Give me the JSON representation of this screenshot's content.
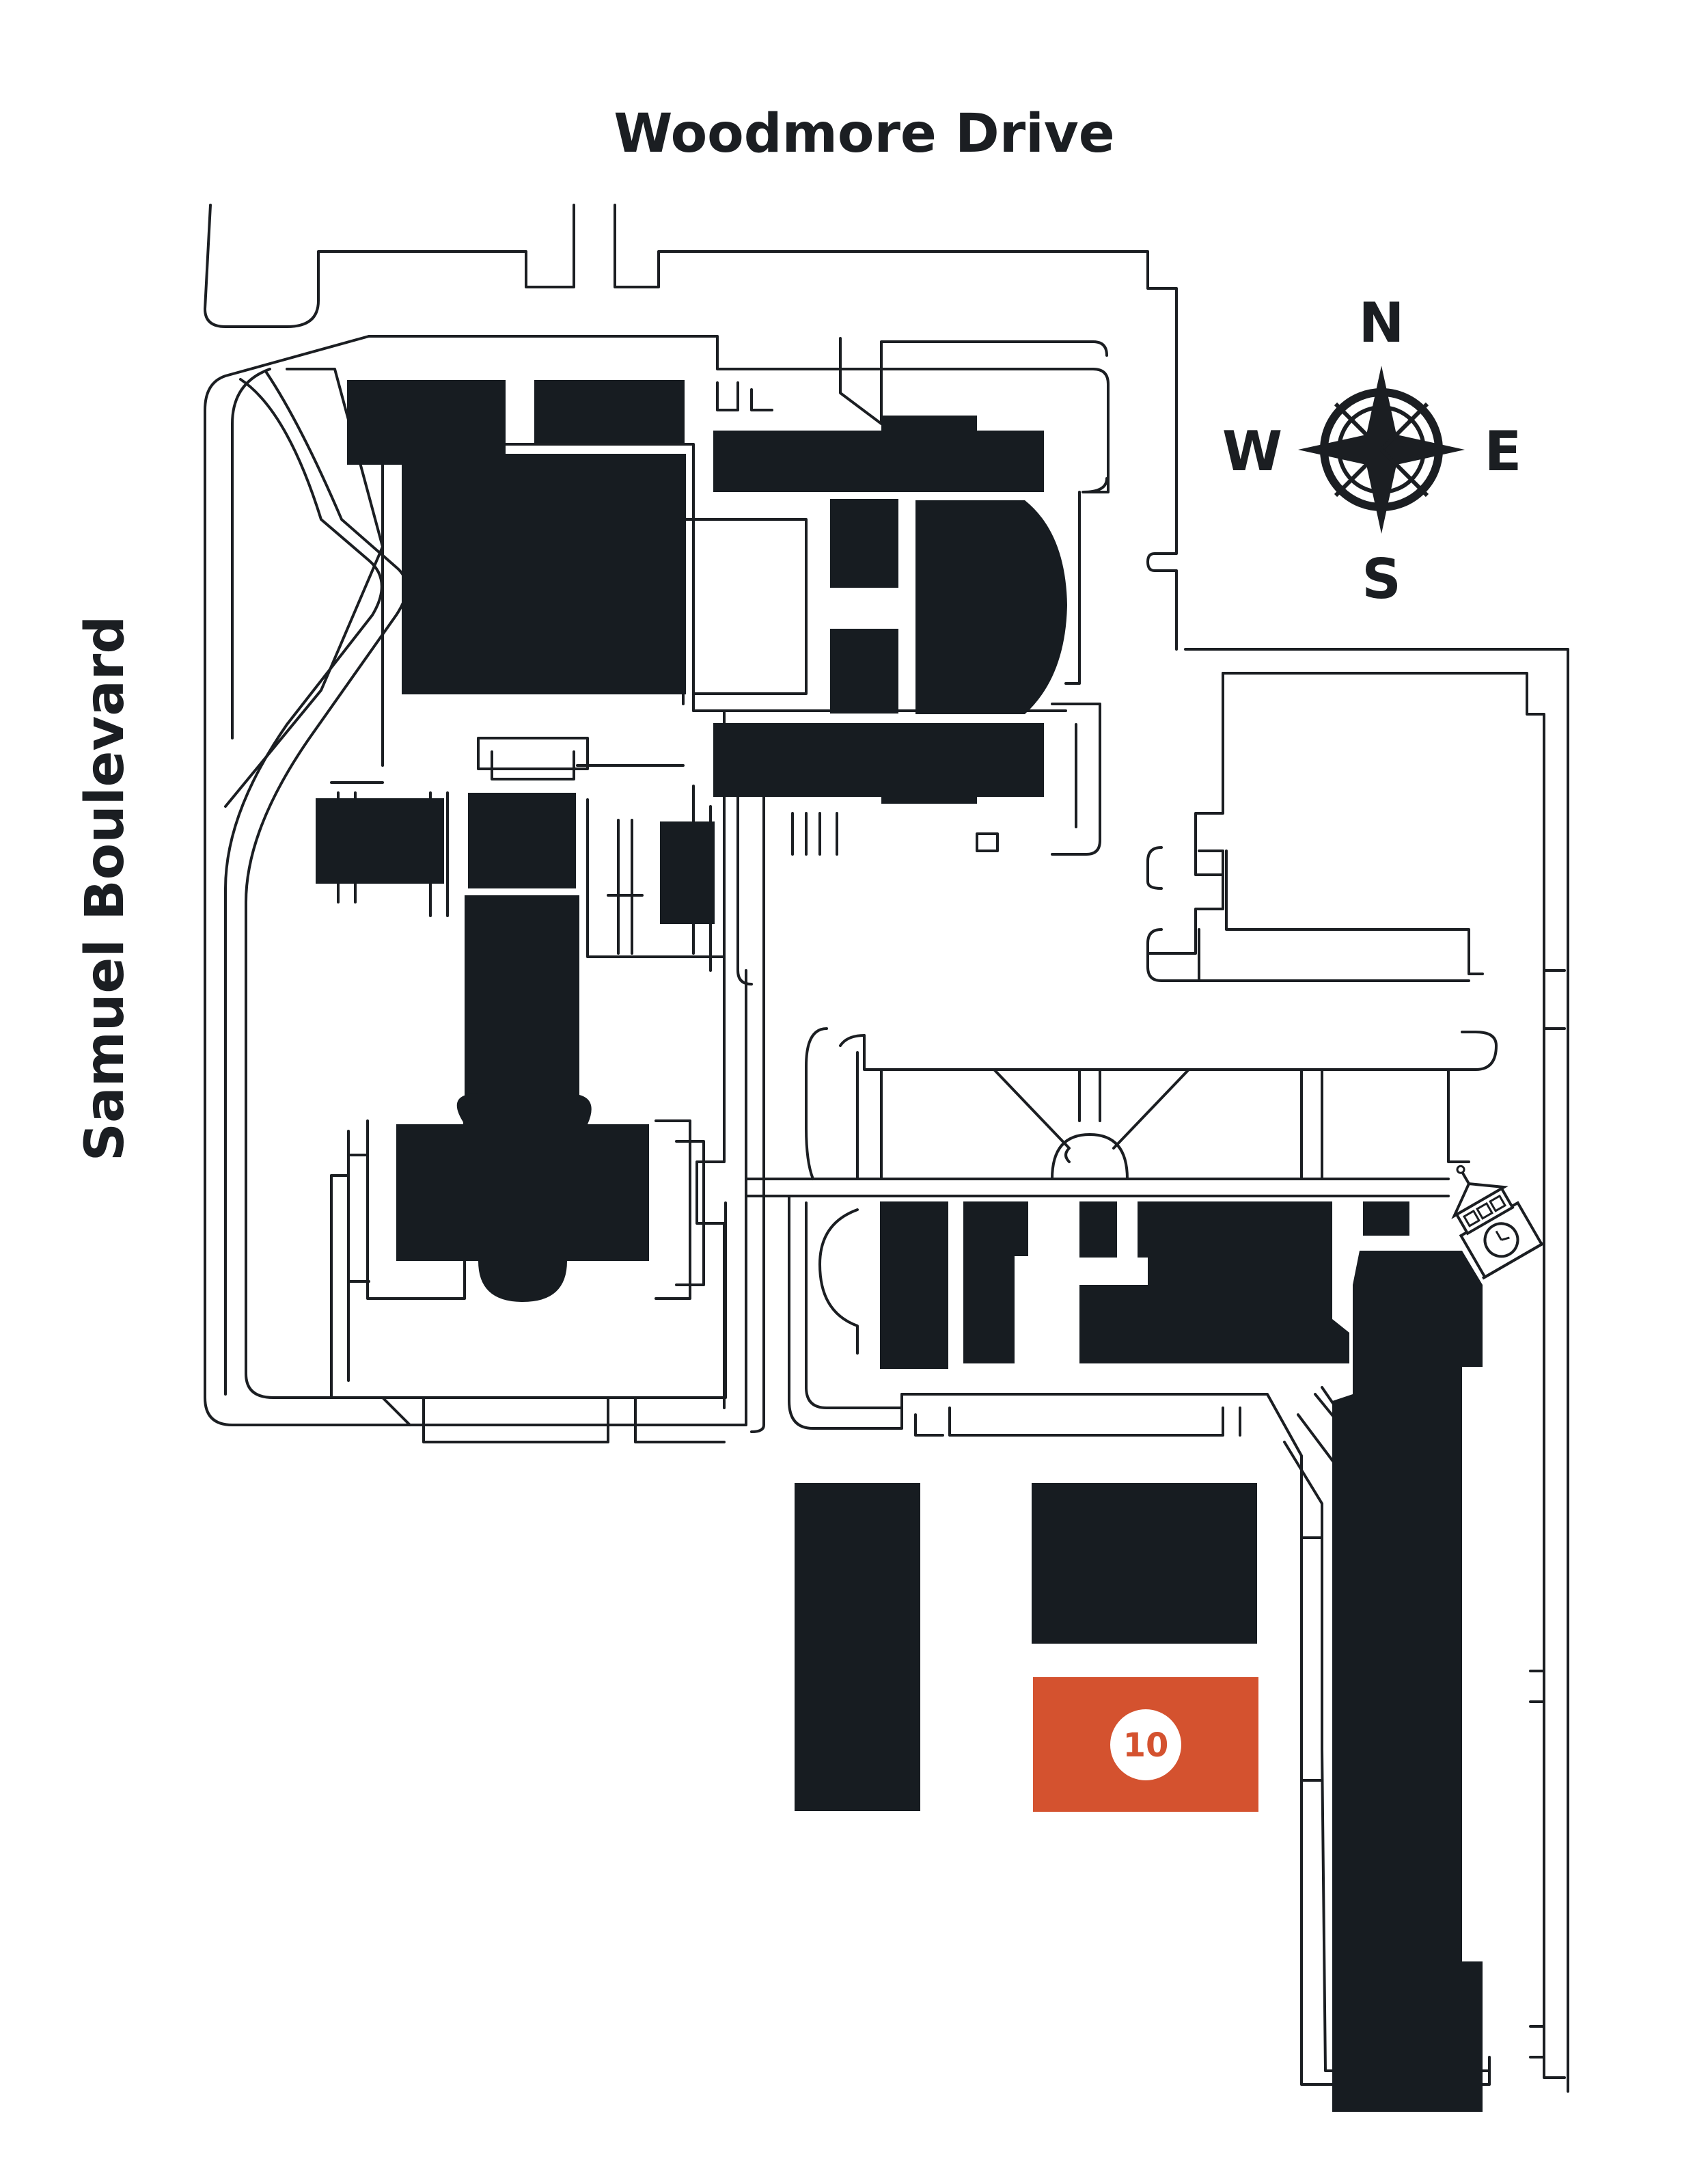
{
  "map": {
    "streets": {
      "north": "Woodmore Drive",
      "west": "Samuel Boulevard"
    },
    "compass": {
      "north": "N",
      "south": "S",
      "east": "E",
      "west": "W"
    },
    "highlight": {
      "label": "10",
      "color": "#d4522f"
    },
    "colors": {
      "building": "#171c21",
      "outline": "#1b1e22",
      "background": "#ffffff"
    },
    "icons": [
      "compass-rose-icon",
      "clock-tower-icon"
    ]
  }
}
